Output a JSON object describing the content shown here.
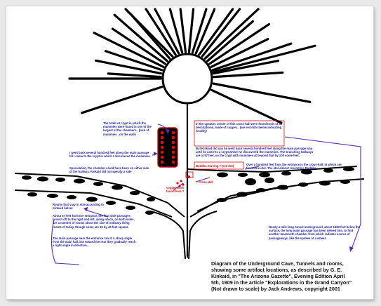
{
  "annotations": {
    "tomb": "The tomb or crypt in which the mummies were found is one of the largest of the chambers.. (lack of mummies ..on the walls",
    "upstairs_corner": "In the upstairs corner of this cross-hall were found tools of all descriptions, made of copper... (are red dots below indicating locality)",
    "went_back": "I went back several hundred feet along the main passage till I came to the crypt in which I discovered the mummies.",
    "kinkaid_went_back": "But Kinkaid did say he went back several hundred feet along the main passage way until he came to a crypt where he discovered the mummies. The branching hallways are at 57 feet, so the crypt with mummies at beyond that by 100 some feet.",
    "speculation": "Speculation, the chamber could have been on either side of the hallway, Kinkaid did not specify a side",
    "buddha_carving": "Buddha Carving ? (red dot)",
    "over_hundred": "Over a hundred feet from the entrance is the cross-hall, in which are found the idol. The idol almost resembles Buddha...",
    "copper_tools": "copper tools found here ?",
    "cross_hall": "Cross Hall",
    "rooms": "Rooms that vary in size according to Kinkaid below:",
    "about_57": "About 57 feet from the entrance, the first side-passages branch off to the right and left, along which, on both sides, are a number of rooms about the size of ordinary living rooms of today, though some are 30 by 40 feet square.",
    "main_passage_tunnel": "The main passage near the entrance ran at a sharp angle from the main hall, but toward the rear they gradually reach a right angle in direction.",
    "nearly_mile": "Nearly a mile long tunnel underground, about 1480 feet below the surface, the long main passage has been delved into, to find another mammoth chamber from which radiates scores of passageways, like the spokes of a wheel."
  },
  "caption": {
    "line1": "Diagram of the Underground Cave, Tunnels and rooms,",
    "line2": "showing some artifact locations, as described by G. E.",
    "line3": "Kinkaid, in \"The Arizona Gazette\", Evening Edition April",
    "line4": "5th, 1909 in the article \"Explorations in the Grand Canyon\"",
    "line5": "(Not drawn to scale) by Jack Andrews, copyright 2001"
  },
  "colors": {
    "ink": "#000000",
    "annotation_blue": "#1a1a9a",
    "highlight_red": "#d01010",
    "arrow_purple": "#5a28b8",
    "background": "#ffffff"
  }
}
